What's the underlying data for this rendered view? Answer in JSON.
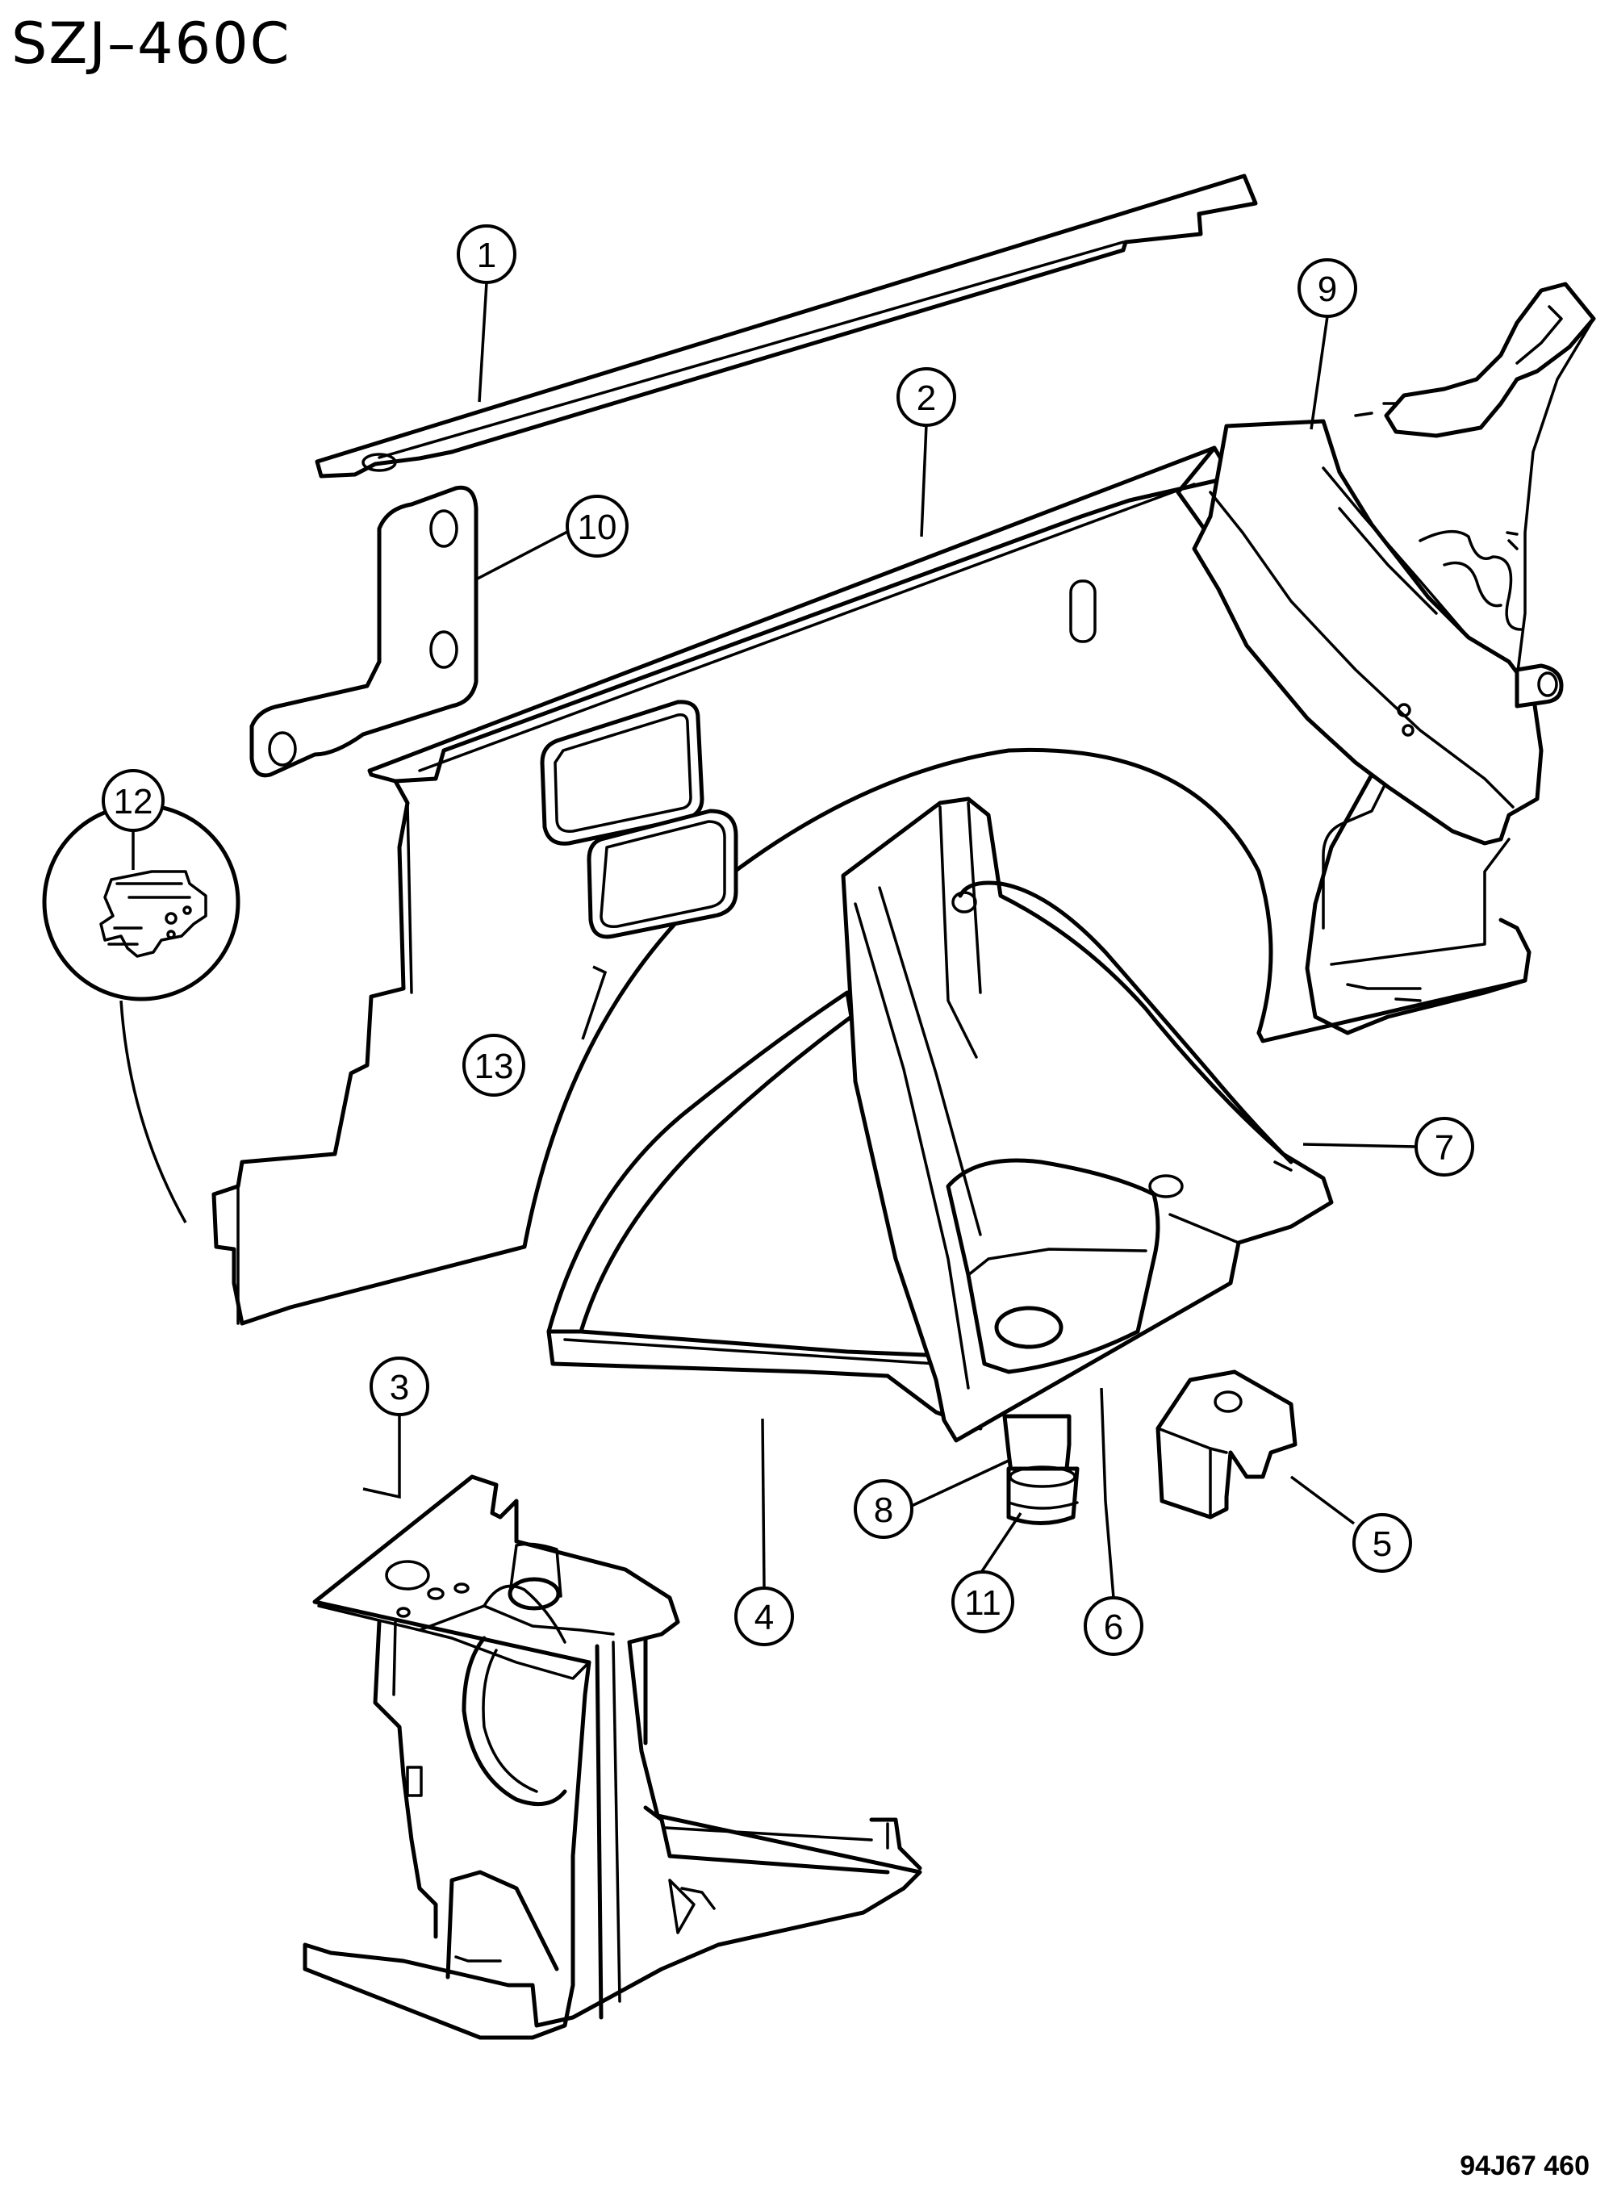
{
  "diagram_code": "SZJ–460C",
  "figure_ref": "94J67  460",
  "callouts": [
    {
      "id": "c1",
      "label": "1"
    },
    {
      "id": "c2",
      "label": "2"
    },
    {
      "id": "c3",
      "label": "3"
    },
    {
      "id": "c4",
      "label": "4"
    },
    {
      "id": "c5",
      "label": "5"
    },
    {
      "id": "c6",
      "label": "6"
    },
    {
      "id": "c7",
      "label": "7"
    },
    {
      "id": "c8",
      "label": "8"
    },
    {
      "id": "c9",
      "label": "9"
    },
    {
      "id": "c10",
      "label": "10"
    },
    {
      "id": "c11",
      "label": "11"
    },
    {
      "id": "c12",
      "label": "12"
    },
    {
      "id": "c13",
      "label": "13"
    }
  ],
  "colors": {
    "line": "#000000",
    "background": "#ffffff"
  }
}
